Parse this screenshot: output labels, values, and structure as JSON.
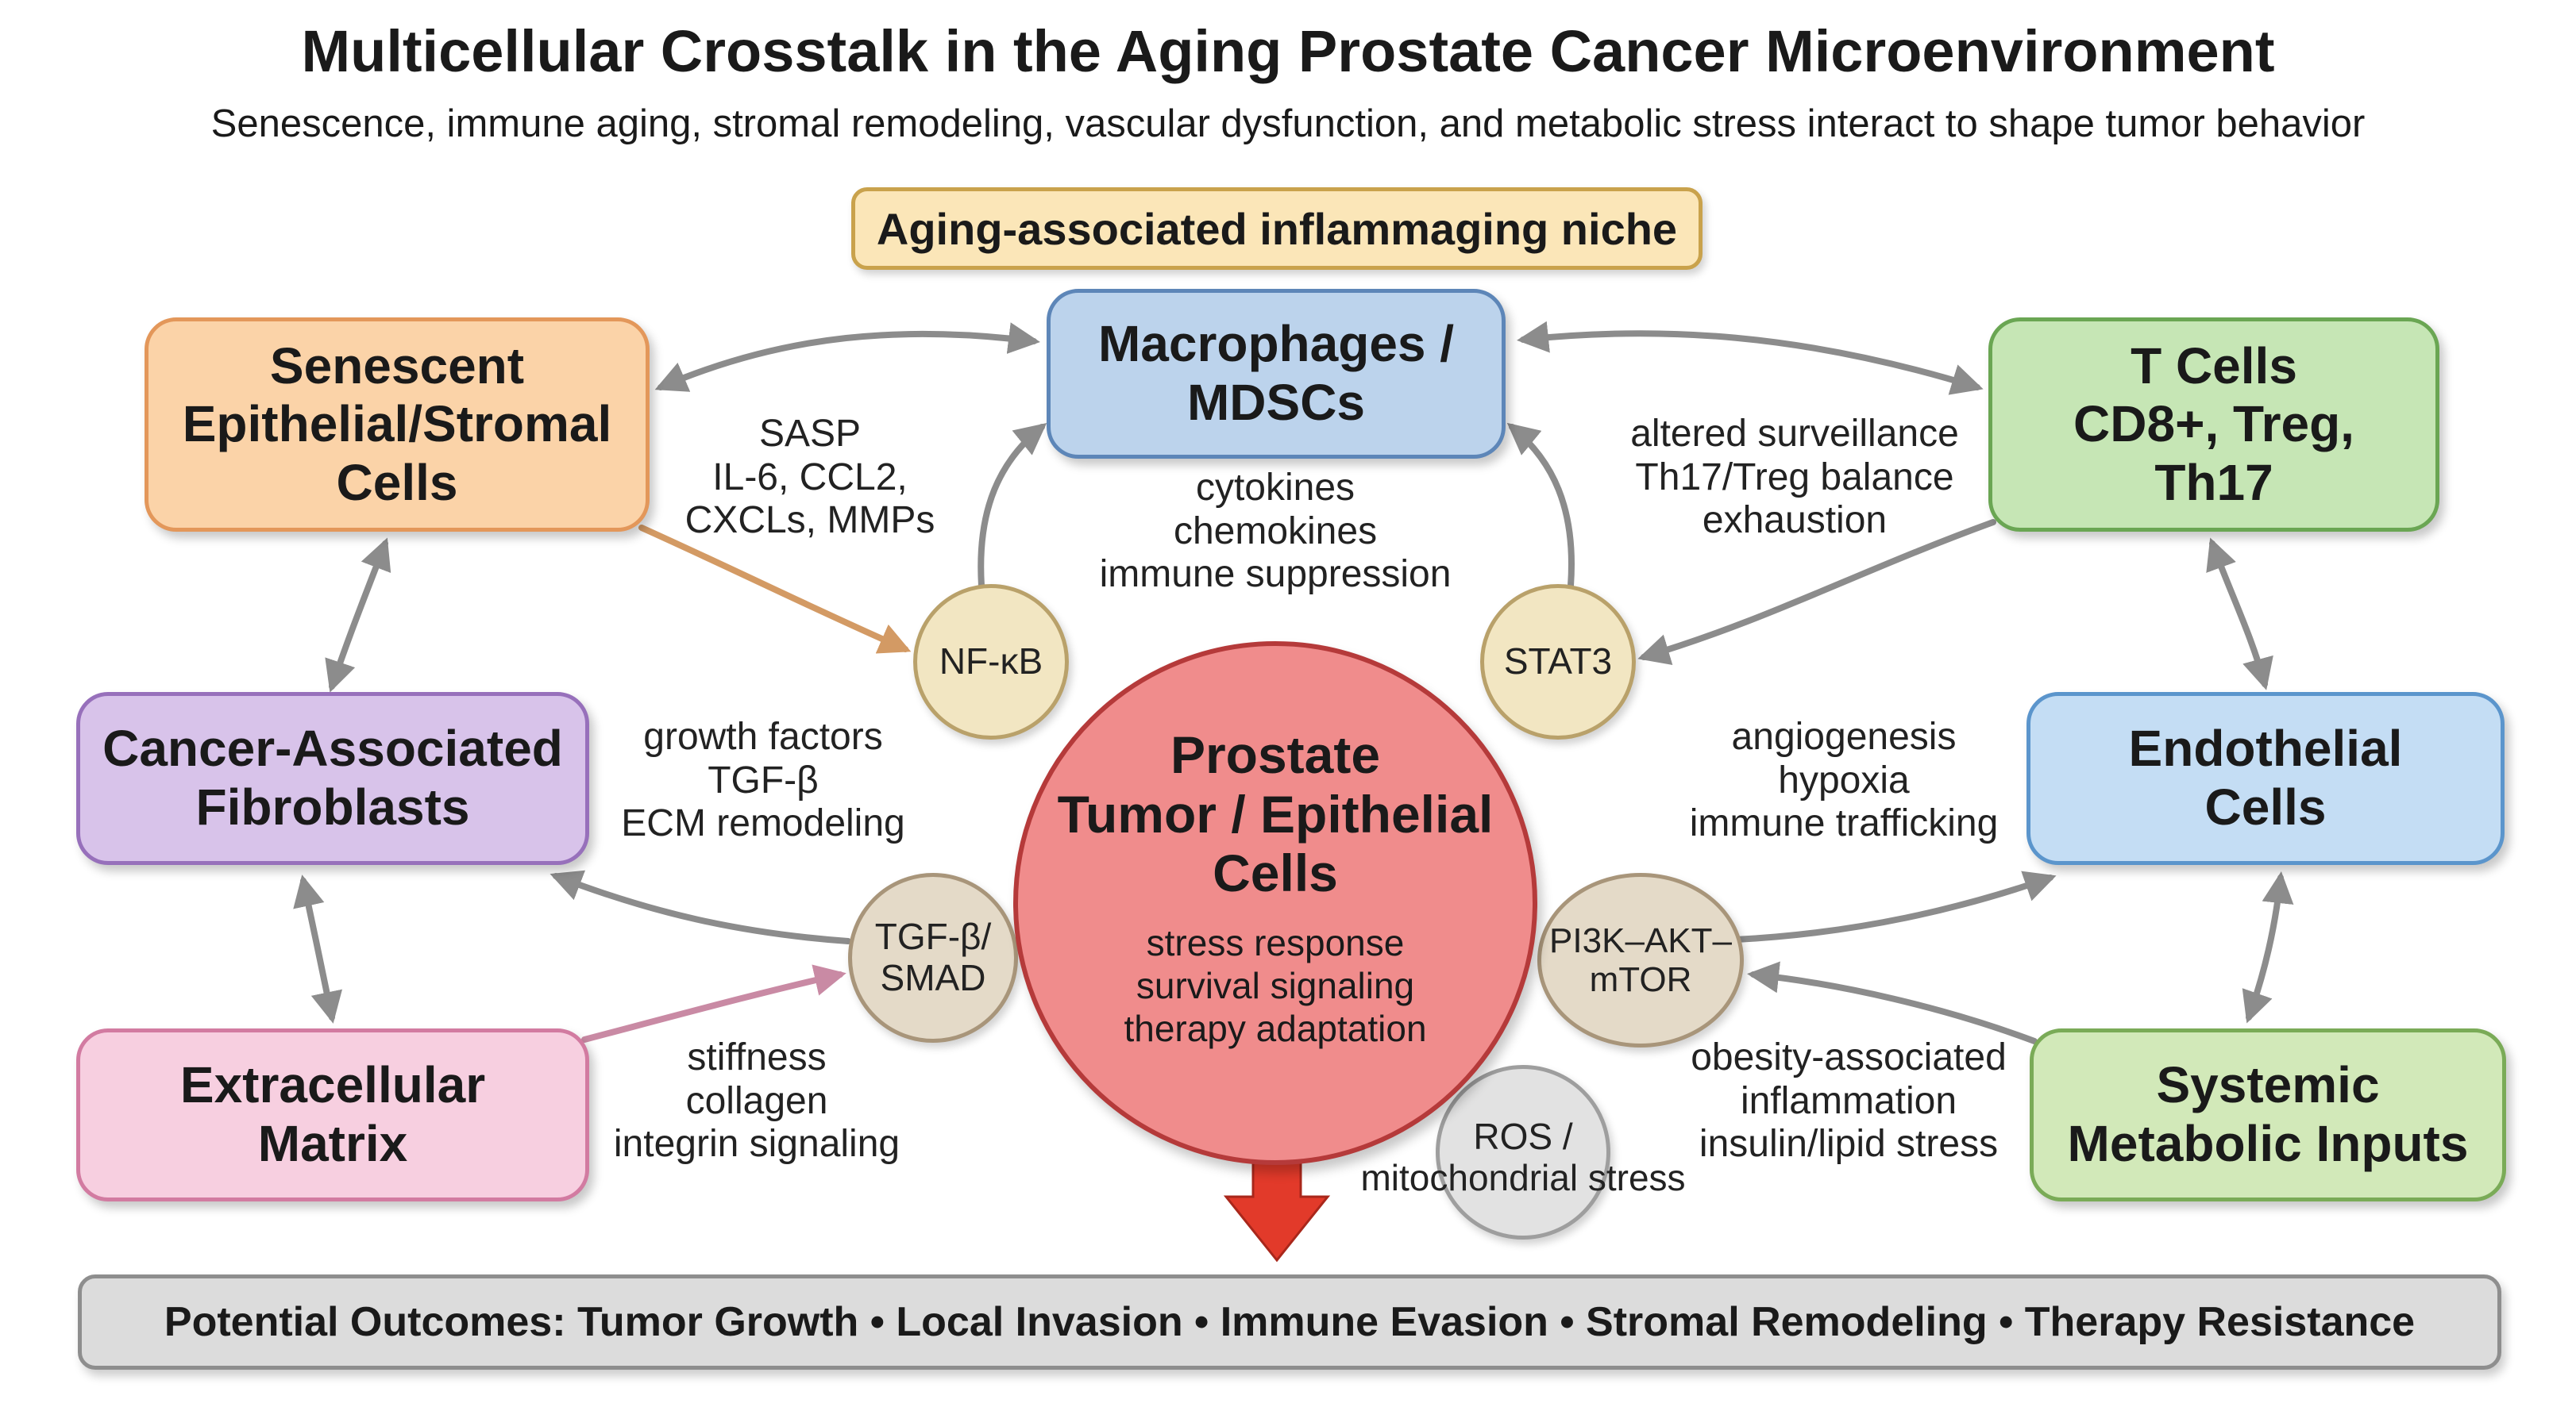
{
  "title": "Multicellular Crosstalk in the Aging Prostate Cancer Microenvironment",
  "subtitle": "Senescence, immune aging, stromal remodeling, vascular dysfunction, and metabolic stress interact to shape tumor behavior",
  "niche_label": "Aging-associated inflammaging niche",
  "boxes": {
    "senescent": [
      "Senescent",
      "Epithelial/Stromal",
      "Cells"
    ],
    "macrophages": [
      "Macrophages /",
      "MDSCs"
    ],
    "tcells": [
      "T Cells",
      "CD8+, Treg,",
      "Th17"
    ],
    "caf": [
      "Cancer-Associated",
      "Fibroblasts"
    ],
    "endothelial": [
      "Endothelial",
      "Cells"
    ],
    "ecm": [
      "Extracellular",
      "Matrix"
    ],
    "metabolic": [
      "Systemic",
      "Metabolic Inputs"
    ]
  },
  "center": {
    "title": [
      "Prostate",
      "Tumor / Epithelial",
      "Cells"
    ],
    "details": [
      "stress response",
      "survival signaling",
      "therapy adaptation"
    ]
  },
  "nodes": {
    "nfkb": [
      "NF-κB"
    ],
    "stat3": [
      "STAT3"
    ],
    "tgfb": [
      "TGF-β/",
      "SMAD"
    ],
    "pi3k": [
      "PI3K–AKT–",
      "mTOR"
    ],
    "ros": [
      "ROS /",
      "mitochondrial stress"
    ]
  },
  "labels": {
    "sasp": [
      "SASP",
      "IL-6, CCL2,",
      "CXCLs, MMPs"
    ],
    "cytokines": [
      "cytokines",
      "chemokines",
      "immune suppression"
    ],
    "surveillance": [
      "altered surveillance",
      "Th17/Treg balance",
      "exhaustion"
    ],
    "growth": [
      "growth factors",
      "TGF-β",
      "ECM remodeling"
    ],
    "angio": [
      "angiogenesis",
      "hypoxia",
      "immune trafficking"
    ],
    "stiffness": [
      "stiffness",
      "collagen",
      "integrin signaling"
    ],
    "obesity": [
      "obesity-associated",
      "inflammation",
      "insulin/lipid stress"
    ]
  },
  "outcomes": "Potential Outcomes: Tumor Growth • Local Invasion • Immune Evasion • Stromal Remodeling • Therapy Resistance",
  "colors": {
    "senescent": "#fbd3a8",
    "senescent_border": "#e3975a",
    "macrophages": "#bcd3ec",
    "macrophages_border": "#5d86b8",
    "tcells": "#c6e6b5",
    "tcells_border": "#6aa653",
    "caf": "#d8c3ea",
    "caf_border": "#9770bb",
    "endothelial": "#c4ddf4",
    "endothelial_border": "#5b95cc",
    "ecm": "#f7cfe0",
    "ecm_border": "#d27ba1",
    "metabolic": "#d2e9b9",
    "metabolic_border": "#7aab57",
    "node_fill": "#f2e6c2",
    "node_border": "#b9a16a",
    "tgfb_fill": "#e4dac8",
    "tgfb_border": "#a8957a",
    "ros_fill": "#e2e2e2",
    "ros_border": "#9e9e9e",
    "arrow_gray": "#8c8c8c",
    "arrow_orange": "#d39a64",
    "arrow_pink": "#c98aa4",
    "arrow_red": "#e23a2a"
  }
}
